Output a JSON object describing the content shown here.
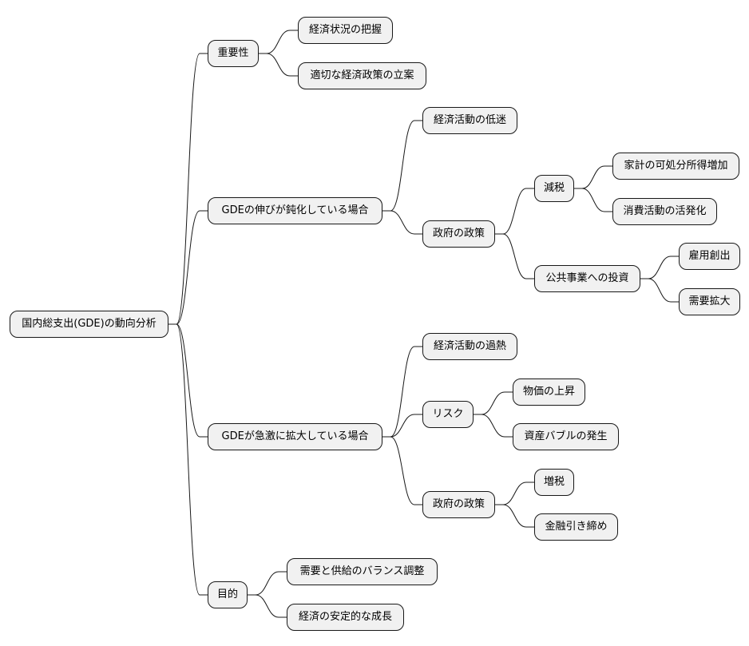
{
  "diagram": {
    "root": "国内総支出(GDE)の動向分析",
    "branches": {
      "importance": {
        "label": "重要性",
        "items": [
          "経済状況の把握",
          "適切な経済政策の立案"
        ]
      },
      "slowdown": {
        "label": "GDEの伸びが鈍化している場合",
        "activity": "経済活動の低迷",
        "policy": {
          "label": "政府の政策",
          "tax_cut": {
            "label": "減税",
            "items": [
              "家計の可処分所得増加",
              "消費活動の活発化"
            ]
          },
          "investment": {
            "label": "公共事業への投資",
            "items": [
              "雇用創出",
              "需要拡大"
            ]
          }
        }
      },
      "expansion": {
        "label": "GDEが急激に拡大している場合",
        "activity": "経済活動の過熱",
        "risk": {
          "label": "リスク",
          "items": [
            "物価の上昇",
            "資産バブルの発生"
          ]
        },
        "policy": {
          "label": "政府の政策",
          "items": [
            "増税",
            "金融引き締め"
          ]
        }
      },
      "purpose": {
        "label": "目的",
        "items": [
          "需要と供給のバランス調整",
          "経済の安定的な成長"
        ]
      }
    }
  },
  "colors": {
    "node_fill": "#f1f1f1",
    "node_border": "#181818",
    "edge": "#181818",
    "background": "#ffffff"
  }
}
